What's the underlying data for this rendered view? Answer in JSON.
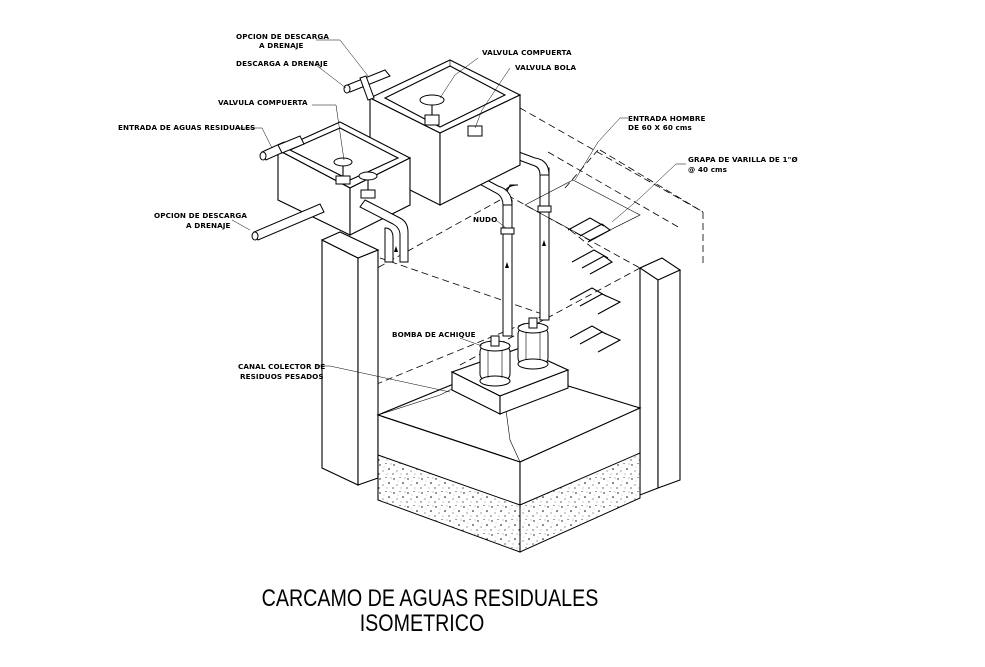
{
  "title": {
    "line1": "CARCAMO DE AGUAS RESIDUALES",
    "line2": "ISOMETRICO"
  },
  "labels": {
    "opcion_descarga_top_1": "OPCION DE DESCARGA",
    "opcion_descarga_top_2": "A DRENAJE",
    "descarga_drenaje": "DESCARGA A DRENAJE",
    "valvula_compuerta_left": "VALVULA COMPUERTA",
    "entrada_aguas": "ENTRADA DE AGUAS RESIDUALES",
    "opcion_descarga_left_1": "OPCION DE DESCARGA",
    "opcion_descarga_left_2": "A DRENAJE",
    "valvula_compuerta_top": "VALVULA COMPUERTA",
    "valvula_bola": "VALVULA BOLA",
    "entrada_hombre_1": "ENTRADA HOMBRE",
    "entrada_hombre_2": "DE 60 X 60 cms",
    "grapa_1": "GRAPA DE VARILLA DE 1\"Ø",
    "grapa_2": "@ 40 cms",
    "nudo": "NUDO",
    "bomba": "BOMBA DE ACHIQUE",
    "canal_1": "CANAL COLECTOR DE",
    "canal_2": "RESIDUOS PESADOS"
  }
}
